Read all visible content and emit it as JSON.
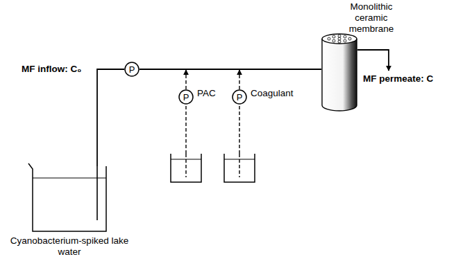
{
  "diagram": {
    "nodes": [
      {
        "text": [
          "Cyanobacterium-spiked lake water"
        ]
      },
      {
        "text": [
          "P"
        ]
      },
      {
        "text": [
          "PAC"
        ]
      },
      {
        "text": [
          "P"
        ]
      },
      {
        "text": [
          "Coagulant"
        ]
      },
      {
        "text": [
          "P"
        ]
      },
      {
        "text": [
          "Monolithic ceramic membrane"
        ]
      }
    ],
    "edges": [
      {
        "from": 0,
        "to": 1,
        "arrow": "none"
      },
      {
        "from": 1,
        "to": 6,
        "arrow": "none"
      },
      {
        "from": 2,
        "to": 3,
        "arrow": "none"
      },
      {
        "from": 3,
        "to": 6,
        "arrow": "to"
      },
      {
        "from": 4,
        "to": 5,
        "arrow": "none"
      },
      {
        "from": 5,
        "to": 6,
        "arrow": "to"
      }
    ],
    "labels": [
      "MF inflow: C₀",
      "MF permeate: C"
    ]
  }
}
